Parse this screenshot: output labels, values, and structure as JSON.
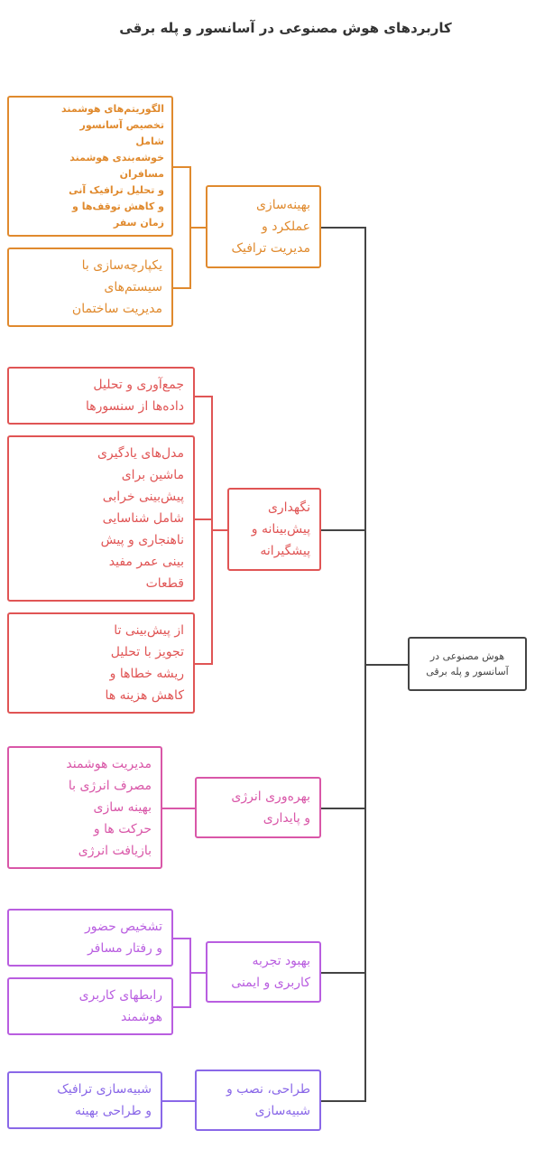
{
  "title": "کاربردهای هوش مصنوعی در آسانسور و پله برقی",
  "root": {
    "label": "هوش مصنوعی در\nآسانسور و پله برقی",
    "color": "#444444"
  },
  "branches": [
    {
      "label": "بهینه‌سازی\nعملکرد و\nمدیریت ترافیک",
      "color": "#e08a2e",
      "children": [
        "الگوریتم‌های هوشمند\nتخصیص آسانسور\nشامل\nخوشه‌بندی هوشمند\nمسافران\nو تحلیل ترافیک آنی\nو کاهش توقف‌ها و\nزمان سفر",
        "یکپارچه‌سازی با\nسیستم‌های\nمدیریت ساختمان"
      ]
    },
    {
      "label": "نگهداری\nپیش‌بینانه و\nپیشگیرانه",
      "color": "#e05555",
      "children": [
        "جمع‌آوری و تحلیل\nداده‌ها از سنسورها",
        "مدل‌های یادگیری\nماشین برای\nپیش‌بینی خرابی\nشامل شناسایی\nناهنجاری و پیش\nبینی عمر مفید\nقطعات",
        "از پیش‌بینی تا\nتجویز با تحلیل\nریشه خطاها و\nکاهش هزینه ها"
      ]
    },
    {
      "label": "بهره‌وری انرژی\nو پایداری",
      "color": "#d957a8",
      "children": [
        "مدیریت هوشمند\nمصرف انرژی با\nبهینه سازی\nحرکت ها و\nبازیافت انرژی"
      ]
    },
    {
      "label": "بهبود تجربه\nکاربری و ایمنی",
      "color": "#b95ee0",
      "children": [
        "تشخیص حضور\nو رفتار مسافر",
        "رابطهای کاربری\nهوشمند"
      ]
    },
    {
      "label": "طراحی، نصب و\nشبیه‌سازی",
      "color": "#8a68e8",
      "children": [
        "شبیه‌سازی ترافیک\nو طراحی بهینه"
      ]
    }
  ]
}
